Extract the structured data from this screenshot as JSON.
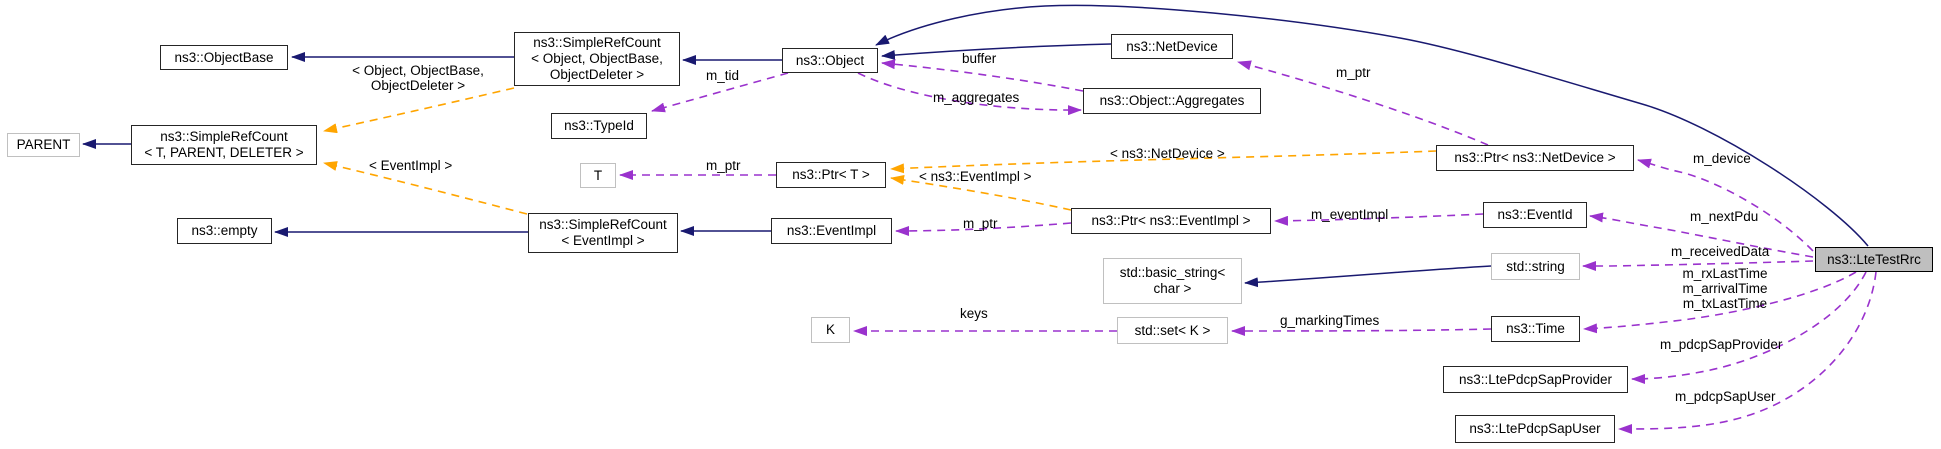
{
  "diagram": {
    "kind": "collaboration-graph",
    "main_class": "ns3::LteTestRrc",
    "colors": {
      "inheritance_edge": "#191970",
      "usage_edge": "#9a32cd",
      "template_edge": "#ffa500",
      "node_border": "#252525",
      "undocumented_node_border": "#c0c0c0",
      "main_node_fill": "#bfbfbf",
      "background": "#ffffff"
    },
    "nodes": {
      "objectbase": {
        "label": "ns3::ObjectBase"
      },
      "parent": {
        "label": "PARENT"
      },
      "simplerefcount_t": {
        "lines": [
          "ns3::SimpleRefCount",
          "< T, PARENT, DELETER >"
        ]
      },
      "empty": {
        "label": "ns3::empty"
      },
      "simplerefcount_object": {
        "lines": [
          "ns3::SimpleRefCount",
          "< Object, ObjectBase,",
          "ObjectDeleter >"
        ]
      },
      "typeid": {
        "label": "ns3::TypeId"
      },
      "t": {
        "label": "T"
      },
      "simplerefcount_eventimpl": {
        "lines": [
          "ns3::SimpleRefCount",
          "< EventImpl >"
        ]
      },
      "object": {
        "label": "ns3::Object"
      },
      "ptr_t": {
        "label": "ns3::Ptr< T >"
      },
      "eventimpl": {
        "label": "ns3::EventImpl"
      },
      "k": {
        "label": "K"
      },
      "netdevice": {
        "label": "ns3::NetDevice"
      },
      "aggregates": {
        "label": "ns3::Object::Aggregates"
      },
      "ptr_eventimpl": {
        "label": "ns3::Ptr< ns3::EventImpl >"
      },
      "basic_string": {
        "lines": [
          "std::basic_string<",
          "char >"
        ]
      },
      "set_k": {
        "label": "std::set< K >"
      },
      "ptr_netdevice": {
        "label": "ns3::Ptr< ns3::NetDevice >"
      },
      "eventid": {
        "label": "ns3::EventId"
      },
      "string": {
        "label": "std::string"
      },
      "time": {
        "label": "ns3::Time"
      },
      "ltepdcpsapprovider": {
        "label": "ns3::LtePdcpSapProvider"
      },
      "ltepdcpsapuser": {
        "label": "ns3::LtePdcpSapUser"
      },
      "ltetestrrc": {
        "label": "ns3::LteTestRrc"
      }
    },
    "edge_labels": {
      "tpl_object": {
        "lines": [
          "< Object, ObjectBase,",
          "ObjectDeleter >"
        ]
      },
      "tpl_eventimpl": "< EventImpl >",
      "tpl_netdevice": "< ns3::NetDevice >",
      "tpl_eventimpl2": "< ns3::EventImpl >",
      "m_tid": "m_tid",
      "buffer": "buffer",
      "m_aggregates": "m_aggregates",
      "m_ptr_nd": "m_ptr",
      "m_ptr_t": "m_ptr",
      "m_ptr_ei": "m_ptr",
      "m_eventimpl": "m_eventImpl",
      "m_device": "m_device",
      "m_nextpdu": "m_nextPdu",
      "m_receiveddata": "m_receivedData",
      "m_times": {
        "lines": [
          "m_rxLastTime",
          "m_arrivalTime",
          "m_txLastTime"
        ]
      },
      "g_markingtimes": "g_markingTimes",
      "keys": "keys",
      "m_pdcpsapprovider": "m_pdcpSapProvider",
      "m_pdcpsapuser": "m_pdcpSapUser"
    }
  }
}
